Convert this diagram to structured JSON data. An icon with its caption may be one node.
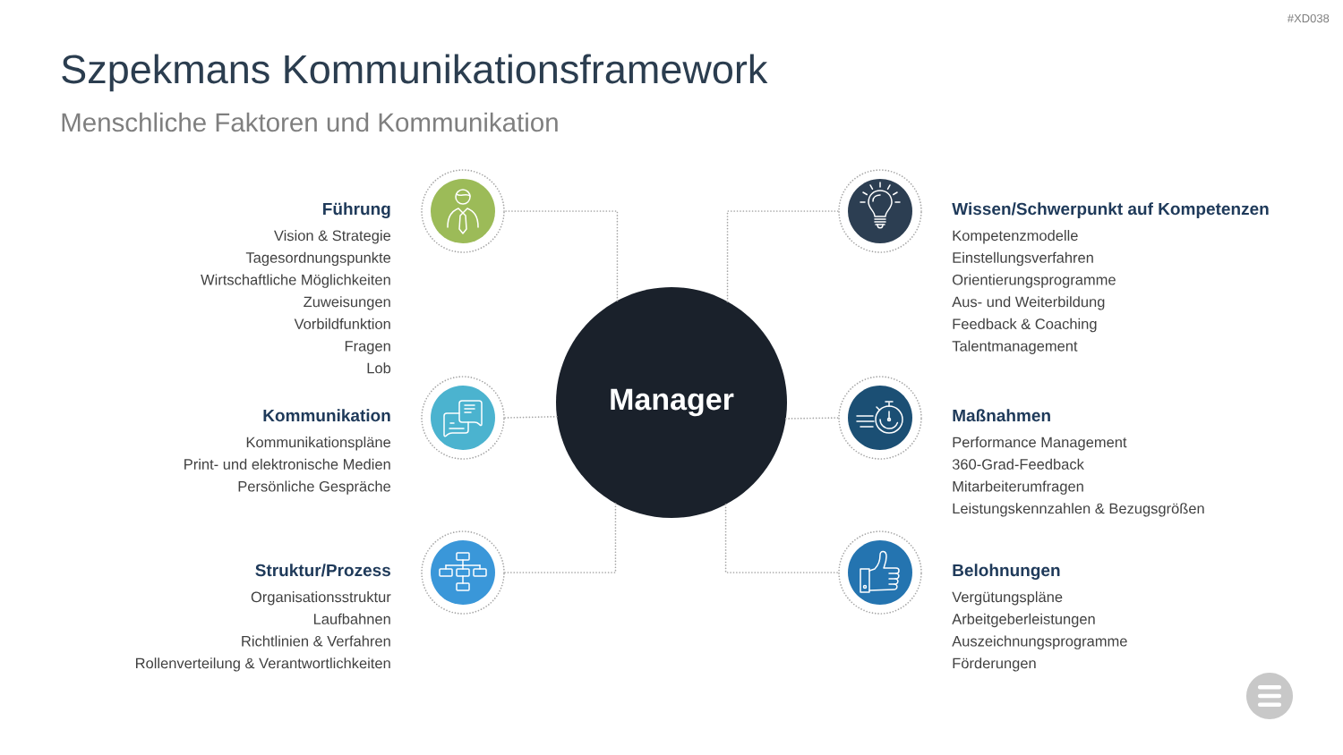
{
  "diagram": {
    "title": "Szpekmans Kommunikationsframework",
    "nodes": [
      {
        "text": [],
        "shape": "circle",
        "beside": [
          "Führung",
          "Vision & Strategie",
          "Tagesordnungspunkte",
          "Wirtschaftliche Möglichkeiten",
          "Zuweisungen",
          "Vorbildfunktion",
          "Fragen",
          "Lob"
        ]
      },
      {
        "text": [],
        "shape": "circle",
        "beside": [
          "Kommunikation",
          "Kommunikationspläne",
          "Print- und elektronische Medien",
          "Persönliche Gespräche"
        ]
      },
      {
        "text": [],
        "shape": "circle",
        "beside": [
          "Struktur/Prozess",
          "Organisationsstruktur",
          "Laufbahnen",
          "Richtlinien & Verfahren",
          "Rollenverteilung & Verantwortlichkeiten"
        ]
      },
      {
        "text": [
          "Manager"
        ]
      },
      {
        "text": [],
        "shape": "circle",
        "beside": [
          "Wissen/Schwerpunkt auf Kompetenzen",
          "Kompetenzmodelle",
          "Einstellungsverfahren",
          "Orientierungsprogramme",
          "Aus- und Weiterbildung",
          "Feedback & Coaching",
          "Talentmanagement"
        ]
      },
      {
        "text": [],
        "shape": "circle",
        "beside": [
          "Maßnahmen",
          "Performance Management",
          "360-Grad-Feedback",
          "Mitarbeiterumfragen",
          "Leistungskennzahlen & Bezugsgrößen"
        ]
      },
      {
        "text": [],
        "shape": "circle",
        "beside": [
          "Belohnungen",
          "Vergütungspläne",
          "Arbeitgeberleistungen",
          "Auszeichnungsprogramme",
          "Förderungen"
        ]
      }
    ],
    "edges": [
      {
        "from": 3,
        "to": 0,
        "arrow": "none"
      },
      {
        "from": 3,
        "to": 1,
        "arrow": "none"
      },
      {
        "from": 3,
        "to": 2,
        "arrow": "none"
      },
      {
        "from": 3,
        "to": 4,
        "arrow": "none"
      },
      {
        "from": 3,
        "to": 5,
        "arrow": "none"
      },
      {
        "from": 3,
        "to": 6,
        "arrow": "none"
      }
    ],
    "labels": [
      "#XD038",
      "Menschliche Faktoren und Kommunikation"
    ]
  }
}
